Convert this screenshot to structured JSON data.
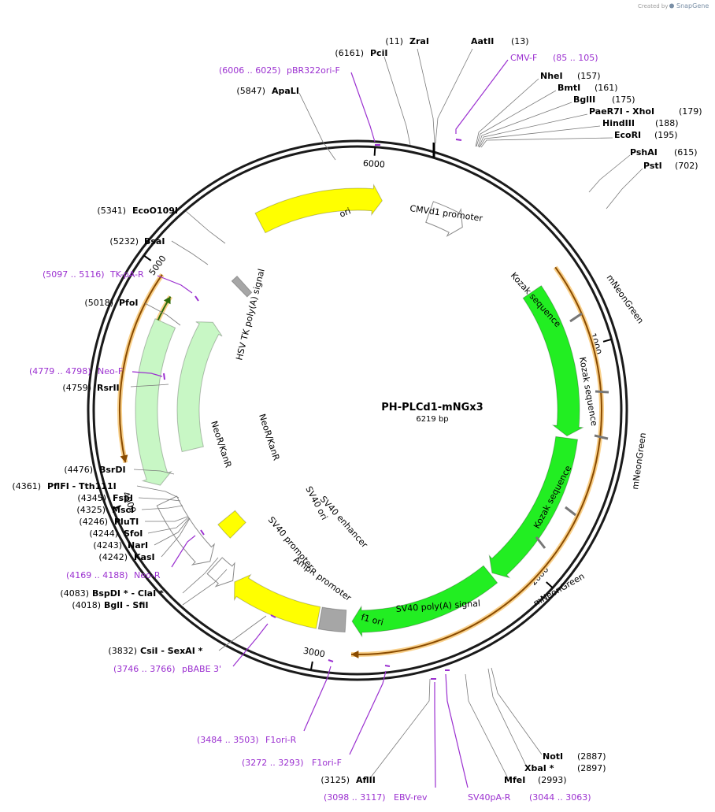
{
  "credit": {
    "prefix": "Created by",
    "brand": "SnapGene"
  },
  "plasmid": {
    "name": "PH-PLCd1-mNGx3",
    "size_label": "6219 bp",
    "length": 6219
  },
  "ticks": [
    {
      "pos": 1000,
      "label": "1000"
    },
    {
      "pos": 2000,
      "label": "2000"
    },
    {
      "pos": 3000,
      "label": "3000"
    },
    {
      "pos": 4000,
      "label": "4000"
    },
    {
      "pos": 5000,
      "label": "5000"
    },
    {
      "pos": 6000,
      "label": "6000"
    }
  ],
  "features": [
    {
      "name": "ori",
      "start": 5460,
      "end": 6050,
      "strand": 1,
      "color": "#ffff00",
      "ring": 0
    },
    {
      "name": "CMVd1 promoter",
      "start": 60,
      "end": 230,
      "strand": 1,
      "color": "#ffffff",
      "ring": 0
    },
    {
      "name": "mNeonGreen",
      "start": 680,
      "end": 1390,
      "strand": 1,
      "color": "#22ee22",
      "ring": 0
    },
    {
      "name": "mNeonGreen",
      "start": 1400,
      "end": 2140,
      "strand": 1,
      "color": "#22ee22",
      "ring": 0
    },
    {
      "name": "mNeonGreen",
      "start": 2150,
      "end": 2850,
      "strand": 1,
      "color": "#22ee22",
      "ring": 0
    },
    {
      "name": "SV40 poly(A) signal",
      "start": 2880,
      "end": 3000,
      "strand": 0,
      "color": "#a6a6a6",
      "ring": 0
    },
    {
      "name": "f1 ori",
      "start": 3010,
      "end": 3440,
      "strand": 1,
      "color": "#ffff00",
      "ring": 0
    },
    {
      "name": "AmpR promoter",
      "start": 3450,
      "end": 3560,
      "strand": -1,
      "color": "#ffffff",
      "ring": 0
    },
    {
      "name": "SV40 promoter",
      "start": 3590,
      "end": 3940,
      "strand": -1,
      "color": "#ffffff",
      "ring": 0
    },
    {
      "name": "SV40 ori",
      "start": 3600,
      "end": 3700,
      "strand": 0,
      "color": "#ffff00",
      "ring": 1
    },
    {
      "name": "NeoR/KanR",
      "start": 4020,
      "end": 4800,
      "strand": -1,
      "color": "#c8f7c5",
      "ring": 0
    },
    {
      "name": "NeoR/KanR",
      "start": 4150,
      "end": 4920,
      "strand": 1,
      "color": "#c8f7c5",
      "ring": 1
    },
    {
      "name": "HSV TK poly(A) signal",
      "start": 5170,
      "end": 5210,
      "strand": 0,
      "color": "#a6a6a6",
      "ring": 1
    }
  ],
  "feature_labels": [
    {
      "text": "ori"
    },
    {
      "text": "CMVd1 promoter"
    },
    {
      "text": "mNeonGreen"
    },
    {
      "text": "mNeonGreen"
    },
    {
      "text": "mNeonGreen"
    },
    {
      "text": "SV40 poly(A) signal"
    },
    {
      "text": "f1 ori"
    },
    {
      "text": "AmpR promoter"
    },
    {
      "text": "SV40 promoter"
    },
    {
      "text": "SV40 ori"
    },
    {
      "text": "SV40 enhancer"
    },
    {
      "text": "NeoR/KanR"
    },
    {
      "text": "NeoR/KanR"
    },
    {
      "text": "HSV TK poly(A) signal"
    },
    {
      "text": "Kozak sequence"
    },
    {
      "text": "Kozak sequence"
    },
    {
      "text": "Kozak sequence"
    }
  ],
  "orf_arcs": [
    {
      "start": 650,
      "end": 2850,
      "strand": 1
    },
    {
      "start": 4160,
      "end": 4980,
      "strand": -1
    },
    {
      "start": 4250,
      "end": 4920,
      "strand": 1
    }
  ],
  "sites": [
    {
      "name": "ZraI",
      "pos": 11,
      "side": "left"
    },
    {
      "name": "AatII",
      "pos": 13,
      "side": "right"
    },
    {
      "name": "NheI",
      "pos": 157,
      "side": "right"
    },
    {
      "name": "BmtI",
      "pos": 161,
      "side": "right"
    },
    {
      "name": "BglII",
      "pos": 175,
      "side": "right"
    },
    {
      "name": "PaeR7I - XhoI",
      "pos": 179,
      "side": "right"
    },
    {
      "name": "HindIII",
      "pos": 188,
      "side": "right"
    },
    {
      "name": "EcoRI",
      "pos": 195,
      "side": "right"
    },
    {
      "name": "PshAI",
      "pos": 615,
      "side": "right"
    },
    {
      "name": "PstI",
      "pos": 702,
      "side": "right"
    },
    {
      "name": "NotI",
      "pos": 2887,
      "side": "right"
    },
    {
      "name": "XbaI *",
      "pos": 2897,
      "side": "right"
    },
    {
      "name": "MfeI",
      "pos": 2993,
      "side": "right"
    },
    {
      "name": "AflII",
      "pos": 3125,
      "side": "left"
    },
    {
      "name": "CsiI - SexAI *",
      "pos": 3832,
      "side": "left"
    },
    {
      "name": "BglI - SfiI",
      "pos": 4018,
      "side": "left"
    },
    {
      "name": "BspDI * - ClaI *",
      "pos": 4083,
      "side": "left"
    },
    {
      "name": "KasI",
      "pos": 4242,
      "side": "left"
    },
    {
      "name": "NarI",
      "pos": 4243,
      "side": "left"
    },
    {
      "name": "SfoI",
      "pos": 4244,
      "side": "left"
    },
    {
      "name": "PluTI",
      "pos": 4246,
      "side": "left"
    },
    {
      "name": "MscI",
      "pos": 4325,
      "side": "left"
    },
    {
      "name": "FspI",
      "pos": 4345,
      "side": "left"
    },
    {
      "name": "PflFI - Tth111I",
      "pos": 4361,
      "side": "left"
    },
    {
      "name": "BsrDI",
      "pos": 4476,
      "side": "left"
    },
    {
      "name": "RsrII",
      "pos": 4759,
      "side": "left"
    },
    {
      "name": "PfoI",
      "pos": 5018,
      "side": "left"
    },
    {
      "name": "BsaI",
      "pos": 5232,
      "side": "left"
    },
    {
      "name": "EcoO109I",
      "pos": 5341,
      "side": "left"
    },
    {
      "name": "ApaLI",
      "pos": 5847,
      "side": "left"
    },
    {
      "name": "PciI",
      "pos": 6161,
      "side": "left"
    }
  ],
  "primers": [
    {
      "name": "CMV-F",
      "range": "(85 .. 105)",
      "start": 85,
      "end": 105
    },
    {
      "name": "SV40pA-R",
      "range": "(3044 .. 3063)",
      "start": 3044,
      "end": 3063
    },
    {
      "name": "EBV-rev",
      "range": "(3098 .. 3117)",
      "start": 3098,
      "end": 3117
    },
    {
      "name": "F1ori-F",
      "range": "(3272 .. 3293)",
      "start": 3272,
      "end": 3293
    },
    {
      "name": "F1ori-R",
      "range": "(3484 .. 3503)",
      "start": 3484,
      "end": 3503
    },
    {
      "name": "pBABE 3'",
      "range": "(3746 .. 3766)",
      "start": 3746,
      "end": 3766
    },
    {
      "name": "Neo-R",
      "range": "(4169 .. 4188)",
      "start": 4169,
      "end": 4188
    },
    {
      "name": "Neo-F",
      "range": "(4779 .. 4798)",
      "start": 4779,
      "end": 4798
    },
    {
      "name": "TK-pA-R",
      "range": "(5097 .. 5116)",
      "start": 5097,
      "end": 5116
    },
    {
      "name": "pBR322ori-F",
      "range": "(6006 .. 6025)",
      "start": 6006,
      "end": 6025
    }
  ]
}
